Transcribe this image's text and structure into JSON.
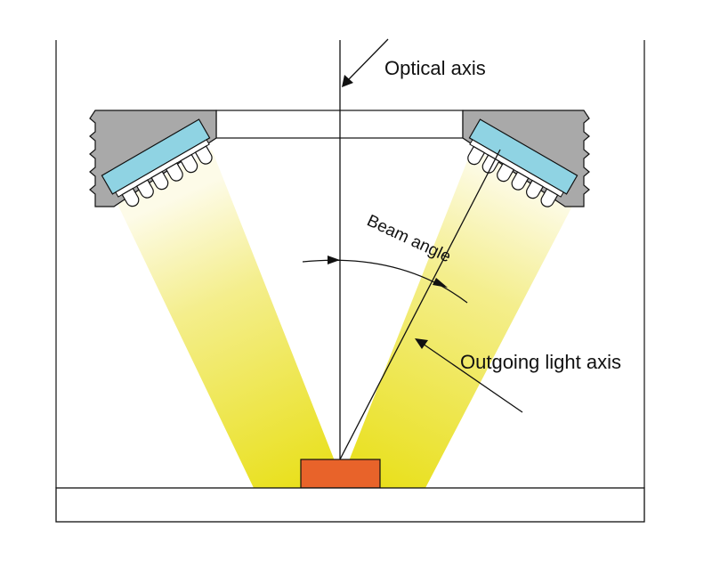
{
  "labels": {
    "optical_axis": "Optical axis",
    "beam_angle": "Beam angle",
    "outgoing_light_axis": "Outgoing light axis"
  },
  "colors": {
    "beam_yellow": "#ebe22a",
    "sample_orange": "#e8632a",
    "led_bar_blue": "#8fd3e3",
    "housing_gray": "#a9a9a9",
    "outline": "#111111"
  }
}
